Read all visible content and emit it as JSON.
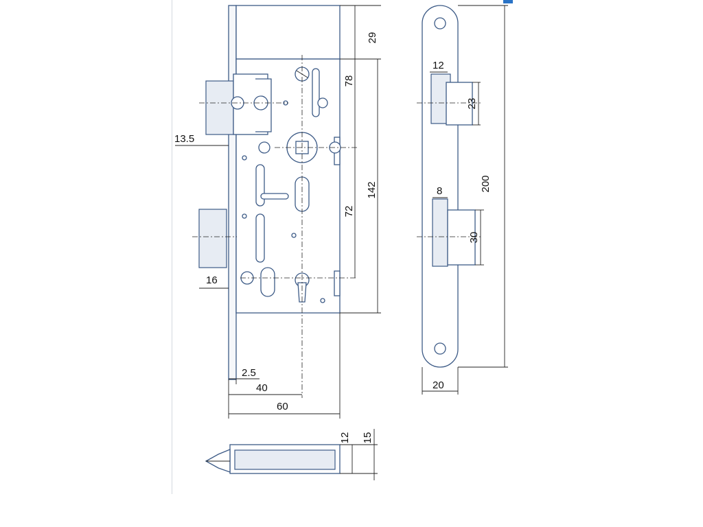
{
  "colors": {
    "outline": "#3c5a86",
    "dimension_line": "#222222",
    "accent": "#2a73c6",
    "frame": "#d4d8df"
  },
  "dimensions": {
    "backset_29": "29",
    "height_78": "78",
    "height_142": "142",
    "height_72": "72",
    "latch_13_5": "13.5",
    "bolt_16": "16",
    "face_2_5": "2.5",
    "backset_40": "40",
    "case_60": "60",
    "plate_200": "200",
    "latch_slot_12": "12",
    "latch_slot_23": "23",
    "bolt_slot_8": "8",
    "bolt_slot_30": "30",
    "plate_width_20": "20",
    "depth_12": "12",
    "depth_15": "15"
  }
}
